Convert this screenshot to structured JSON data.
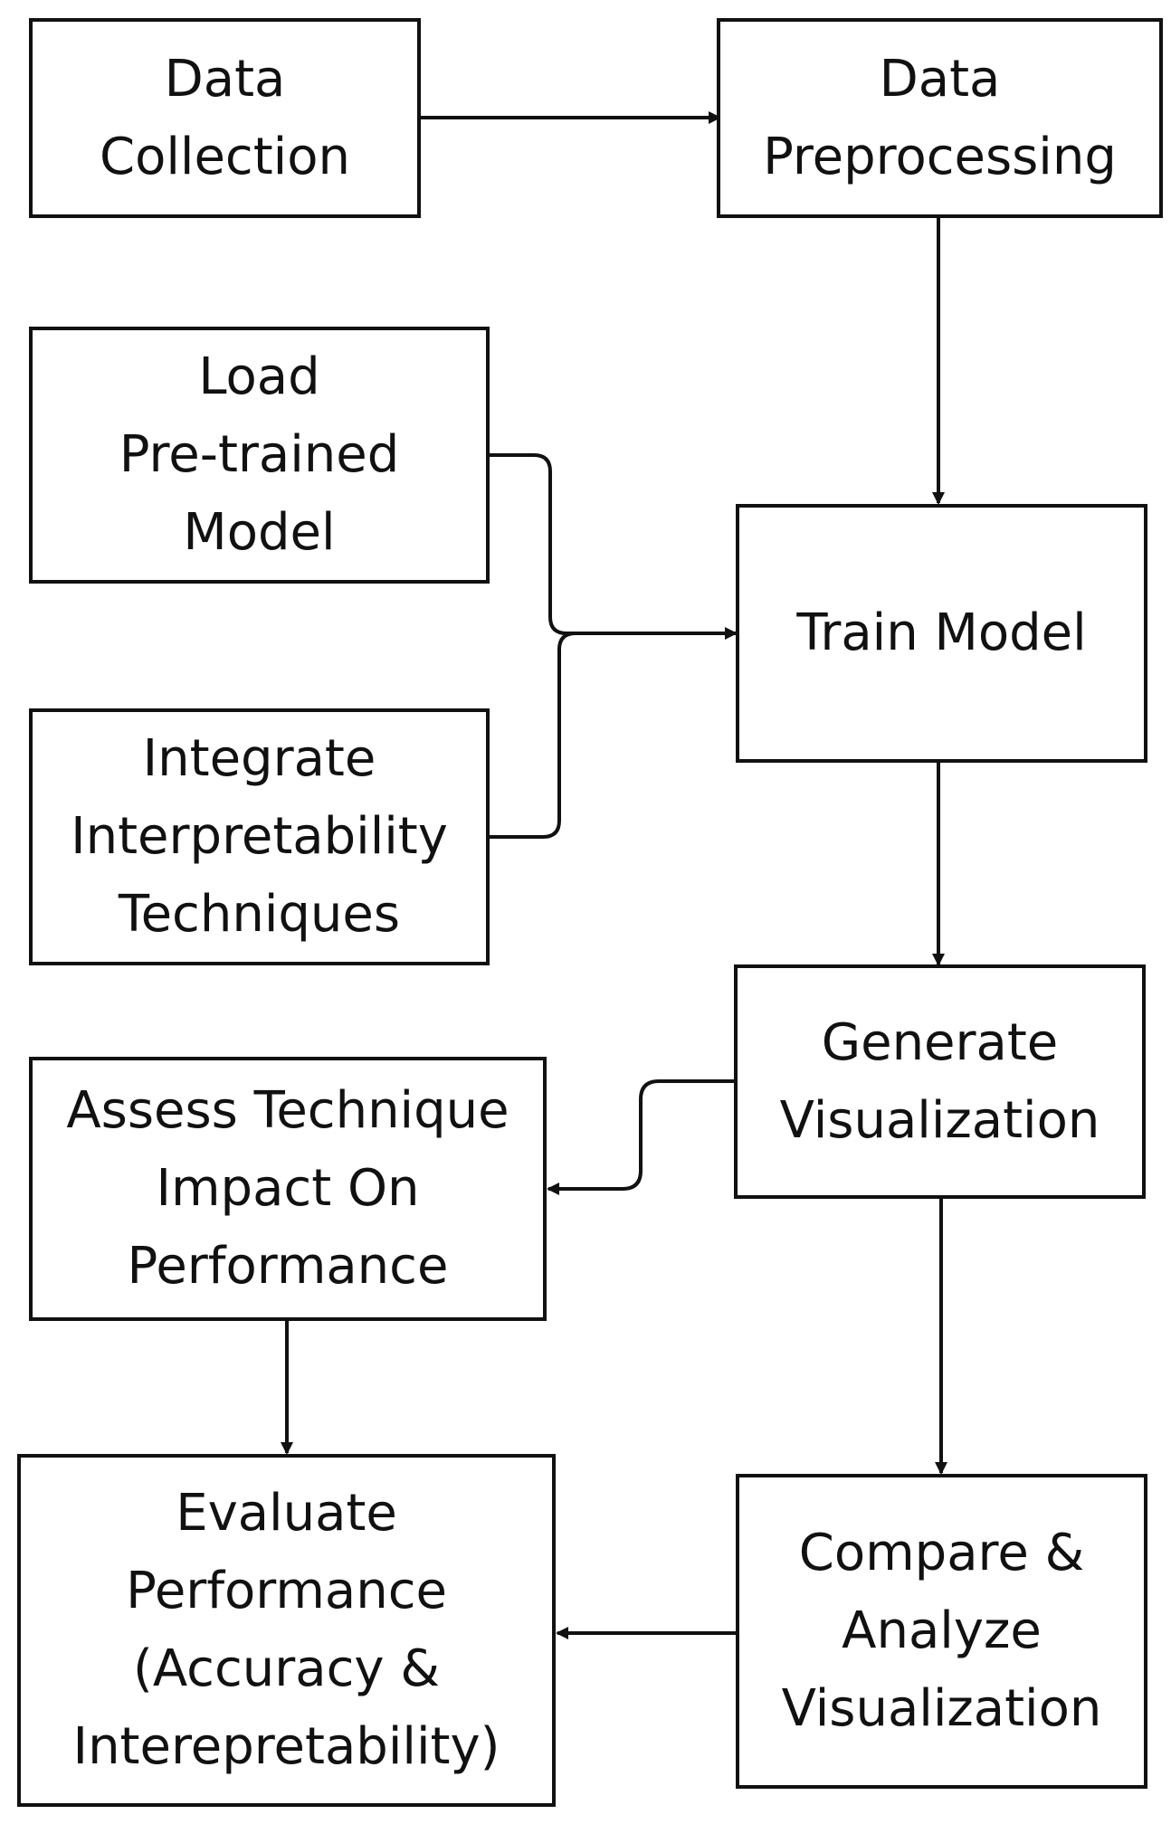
{
  "nodes": {
    "data_collection": "Data\nCollection",
    "data_preprocessing": "Data\nPreprocessing",
    "load_pretrained": "Load\nPre-trained\nModel",
    "integrate_interp": "Integrate\nInterpretability\nTechniques",
    "train_model": "Train Model",
    "generate_viz": "Generate\nVisualization",
    "assess_impact": "Assess Technique\nImpact On\nPerformance",
    "evaluate_perf": "Evaluate\nPerformance\n(Accuracy &\nInterepretability)",
    "compare_analyze": "Compare &\nAnalyze\nVisualization"
  },
  "colors": {
    "stroke": "#111111",
    "background": "#ffffff"
  }
}
